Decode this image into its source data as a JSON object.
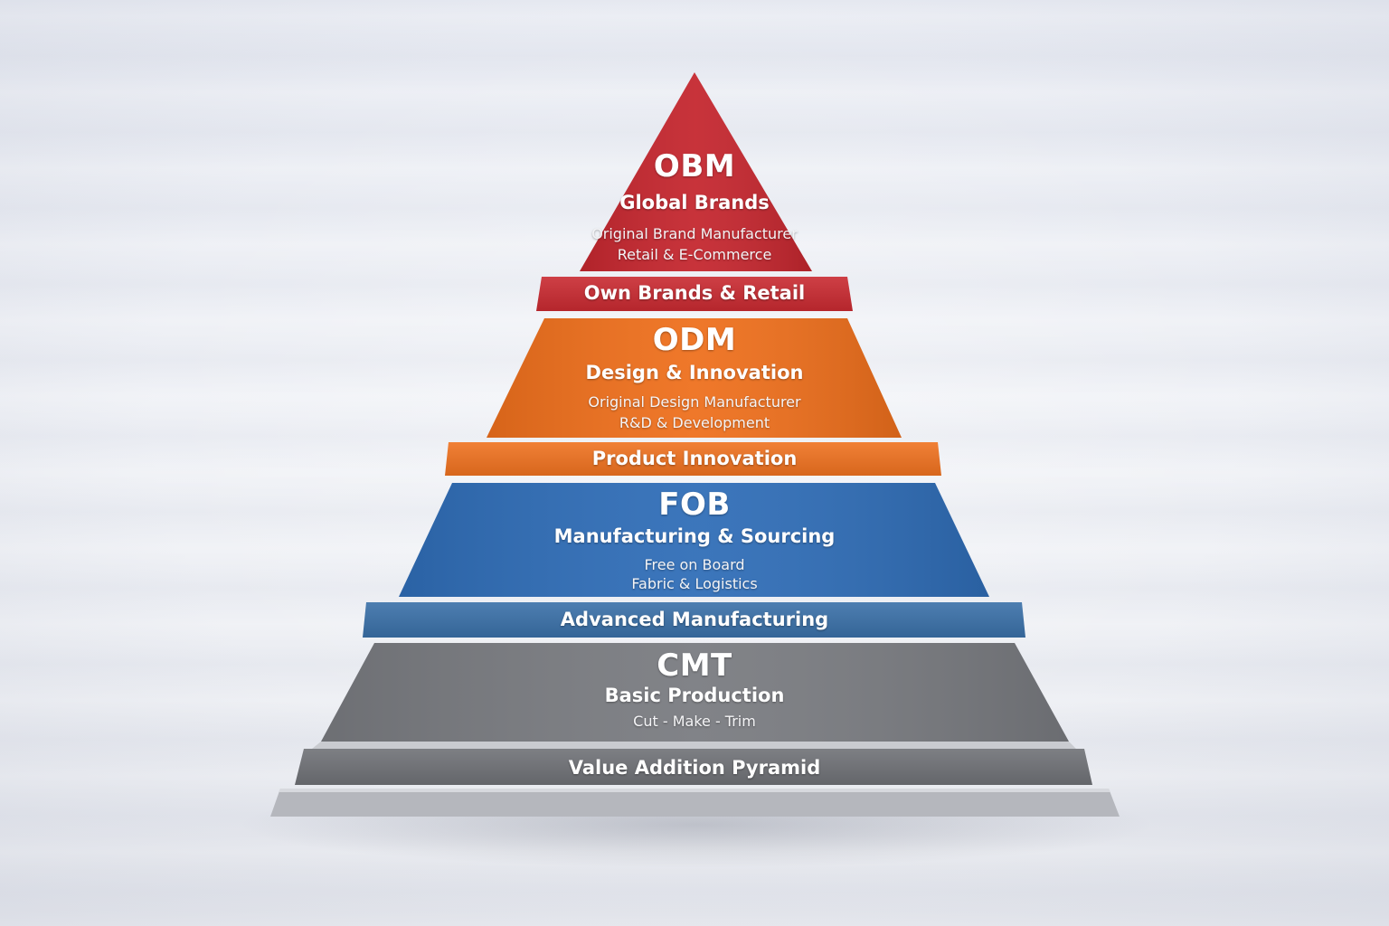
{
  "tiers": [
    {
      "code": "OBM",
      "title": "Global Brands",
      "lines": [
        "Original Brand Manufacturer",
        "Retail & E-Commerce"
      ],
      "band": "Own Brands & Retail",
      "color": "#c4262e",
      "band_color": "#c92a31"
    },
    {
      "code": "ODM",
      "title": "Design & Innovation",
      "lines": [
        "Original Design Manufacturer",
        "R&D & Development"
      ],
      "band": "Product Innovation",
      "color": "#ee6f1c",
      "band_color": "#ef7220"
    },
    {
      "code": "FOB",
      "title": "Manufacturing & Sourcing",
      "lines": [
        "Free on Board",
        "Fabric & Logistics"
      ],
      "band": "Advanced Manufacturing",
      "color": "#2f6db7",
      "band_color": "#3a70a8"
    },
    {
      "code": "CMT",
      "title": "Basic Production",
      "lines": [
        "Cut - Make - Trim"
      ],
      "band": "Value Addition Pyramid",
      "color": "#797b80",
      "band_color": "#6f7176"
    }
  ],
  "base_color": "#b5b7bd"
}
